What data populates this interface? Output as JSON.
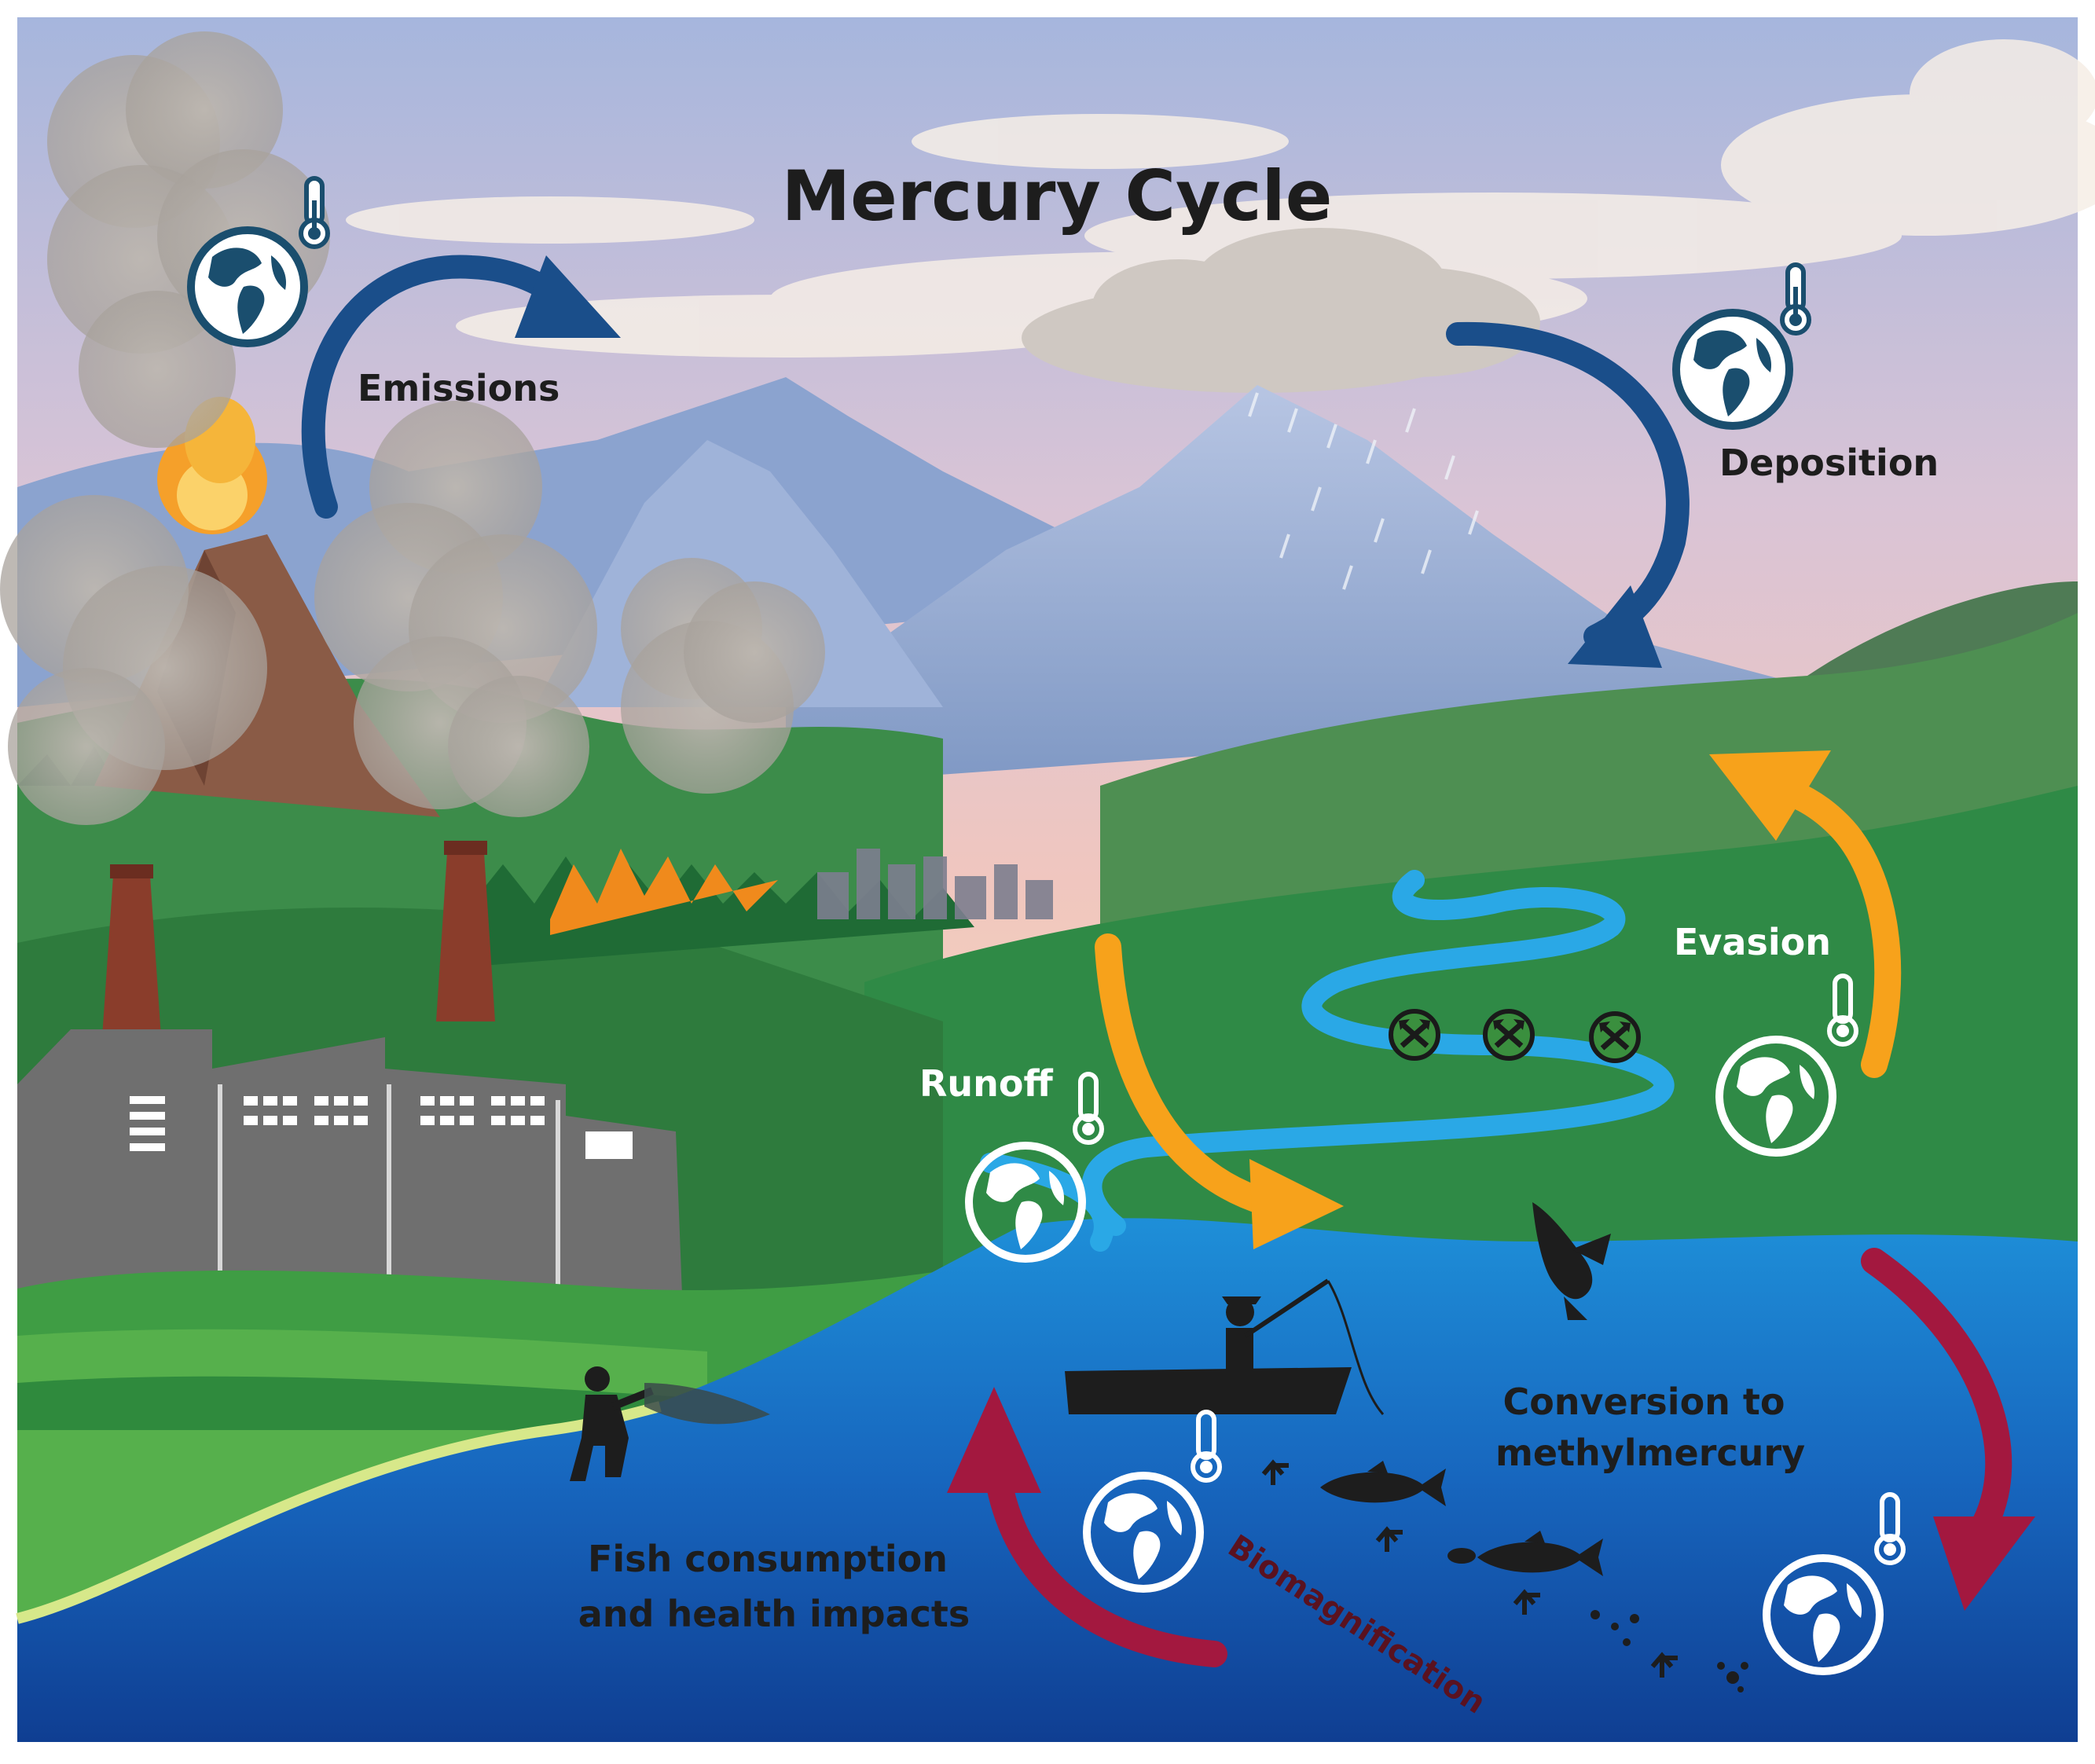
{
  "title": "Mercury Cycle",
  "labels": {
    "emissions": "Emissions",
    "deposition": "Deposition",
    "evasion": "Evasion",
    "runoff": "Runoff",
    "conversion_line1": "Conversion to",
    "conversion_line2": "methylmercury",
    "fish_line1": "Fish consumption",
    "fish_line2": "and health impacts",
    "biomagnification": "Biomagnification"
  },
  "colors": {
    "emission_deposition_arrow": "#1a4e8a",
    "evasion_runoff_arrow": "#f7a21b",
    "methylmercury_arrow": "#a3183f",
    "lake": "#1f73c6",
    "river": "#2aa8e6",
    "factory": "#6f6f6f",
    "smokestack": "#8a3d2b"
  },
  "icons": [
    "globe-thermometer-icon",
    "mining-pick-icon",
    "fish-icon",
    "fisherman-boat-icon",
    "eagle-icon",
    "person-net-icon"
  ]
}
